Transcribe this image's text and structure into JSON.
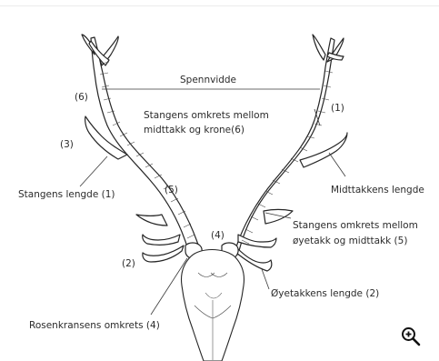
{
  "labels": {
    "spennvidde": "Spennvidde",
    "stangens_omkrets_krone_line1": "Stangens omkrets mellom",
    "stangens_omkrets_krone_line2": "midttakk og krone(6)",
    "stangens_lengde": "Stangens lengde (1)",
    "midttakkens_lengde": "Midttakkens lengde",
    "stangens_omkrets_oyetakk_line1": "Stangens omkrets mellom",
    "stangens_omkrets_oyetakk_line2": "øyetakk og midttakk (5)",
    "oyetakkens_lengde": "Øyetakkens lengde (2)",
    "rosenkransens_omkrets": "Rosenkransens omkrets (4)"
  },
  "markers": {
    "m6": "(6)",
    "m3": "(3)",
    "m5": "(5)",
    "m2": "(2)",
    "m4": "(4)",
    "m1": "(1)"
  },
  "icons": {
    "zoom": "zoom-in-icon"
  }
}
